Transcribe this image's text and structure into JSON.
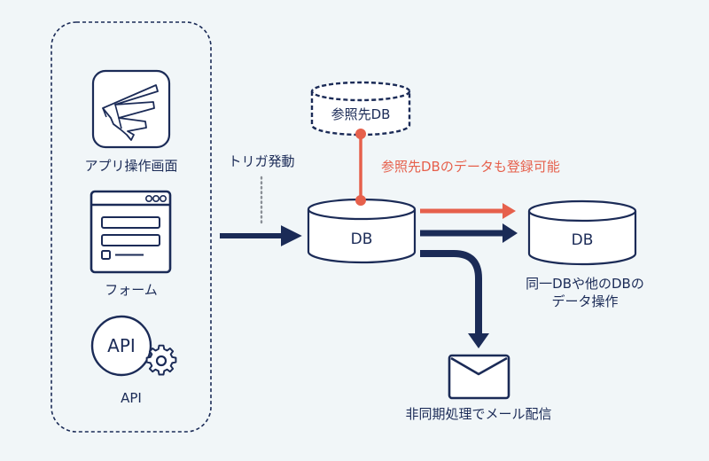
{
  "colors": {
    "background": "#f1f6f8",
    "navy": "#1b2b57",
    "accent": "#e6604c",
    "white": "#ffffff",
    "dotted": "#8a8f96"
  },
  "sources": {
    "items": [
      {
        "icon": "app-screen-icon",
        "label": "アプリ操作画面"
      },
      {
        "icon": "form-window-icon",
        "label": "フォーム"
      },
      {
        "icon": "api-gear-icon",
        "label": "API",
        "icon_text": "API"
      }
    ]
  },
  "trigger": {
    "label": "トリガ発動"
  },
  "reference_db": {
    "label": "参照先DB"
  },
  "reference_note": {
    "label": "参照先DBのデータも登録可能"
  },
  "main_db": {
    "label": "DB"
  },
  "target_db": {
    "label": "DB",
    "caption_line1": "同一DBや他のDBの",
    "caption_line2": "データ操作"
  },
  "mail": {
    "icon": "envelope-icon",
    "label": "非同期処理でメール配信"
  }
}
